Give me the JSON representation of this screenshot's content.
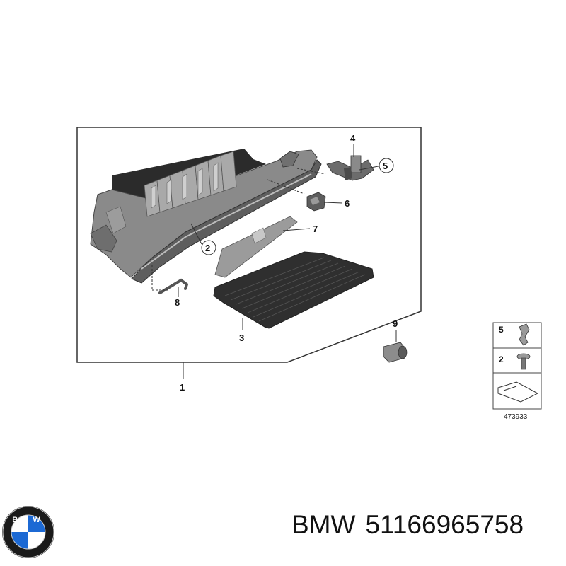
{
  "parts": [
    {
      "label": "1"
    },
    {
      "label": "2"
    },
    {
      "label": "3"
    },
    {
      "label": "4"
    },
    {
      "label": "5"
    },
    {
      "label": "6"
    },
    {
      "label": "7"
    },
    {
      "label": "8"
    },
    {
      "label": "9"
    }
  ],
  "legend": {
    "rows": [
      {
        "label": "5",
        "icon": "clip-icon"
      },
      {
        "label": "2",
        "icon": "screw-icon"
      }
    ],
    "image_number": "473933"
  },
  "brand": {
    "name": "BMW",
    "part_number": "51166965758",
    "logo_letters": "BMW",
    "colors": {
      "logo_blue": "#1c69d4",
      "logo_ring": "#1a1a1a"
    }
  }
}
